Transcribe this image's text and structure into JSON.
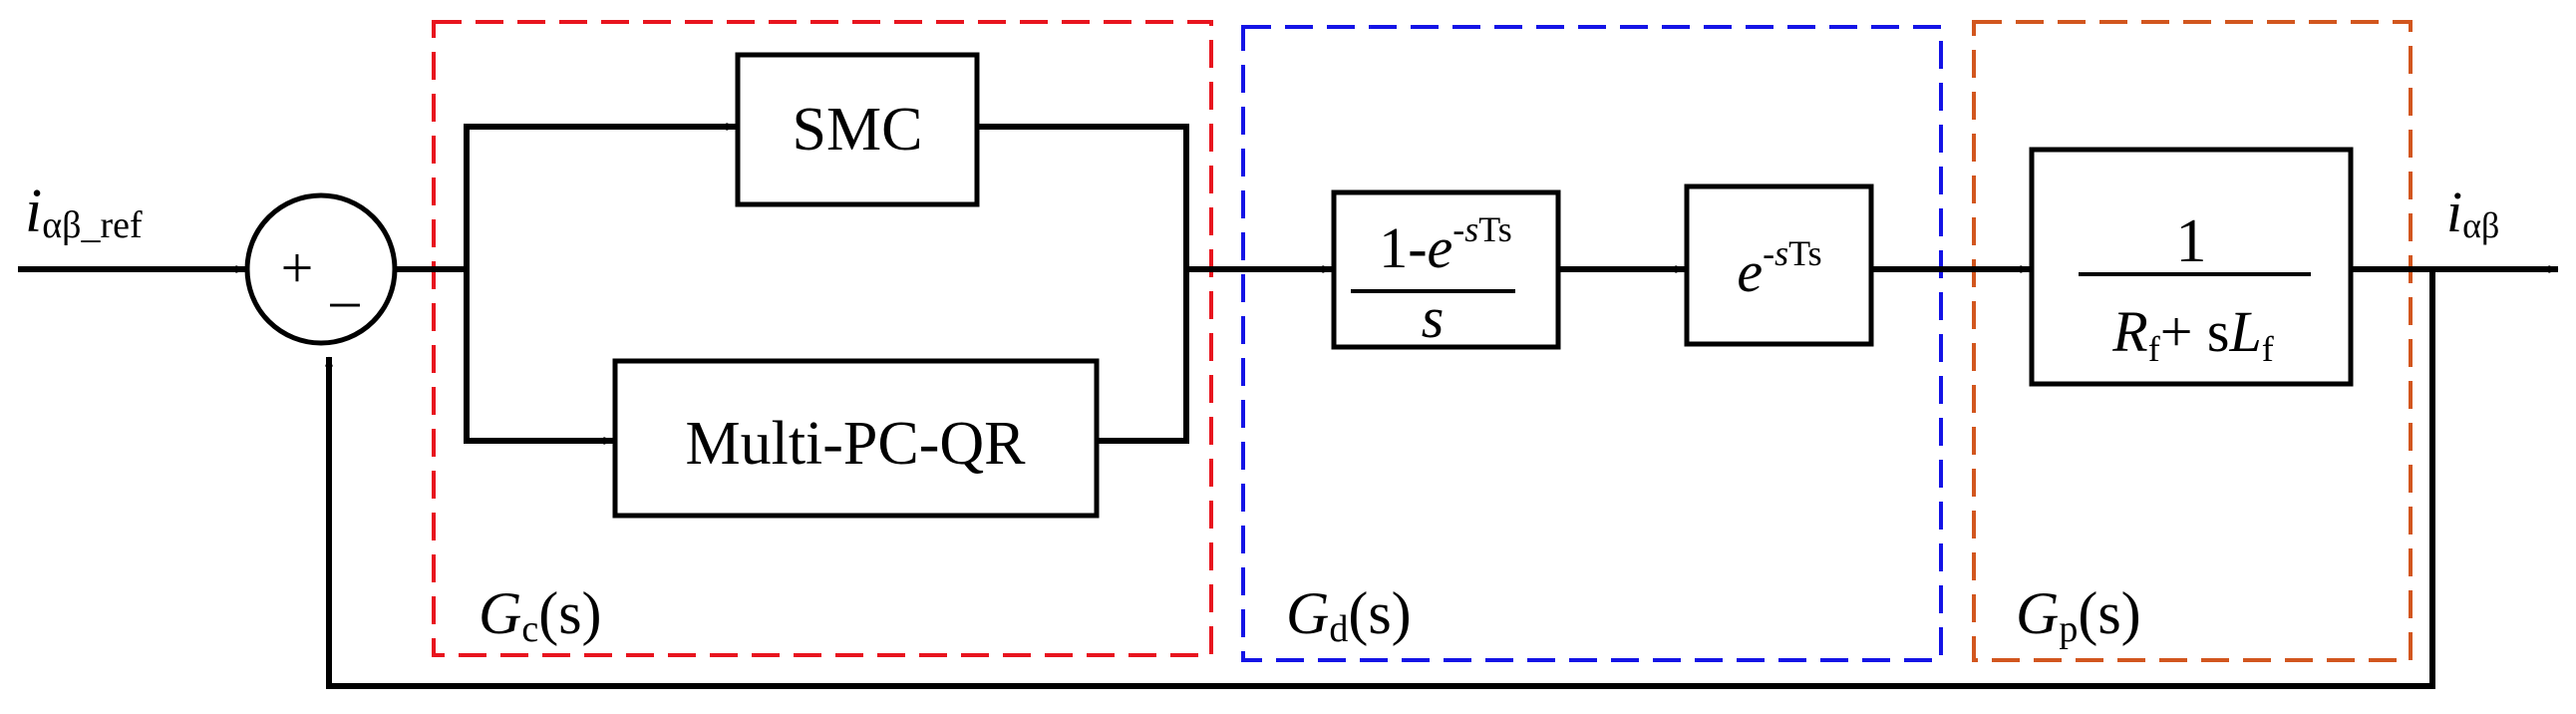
{
  "input_signal": {
    "base": "i",
    "sub": "αβ_ref"
  },
  "output_signal": {
    "base": "i",
    "sub": "αβ"
  },
  "summing_junction": {
    "plus": "+",
    "minus": "_"
  },
  "blocks": {
    "smc": {
      "label": "SMC"
    },
    "multi_pc_qr": {
      "label": "Multi-PC-QR"
    },
    "zoh": {
      "num_prefix": "1-",
      "num_e": "e",
      "num_exp_sign": "-",
      "num_exp_var": "s",
      "num_exp_rest": "Ts",
      "den": "s"
    },
    "delay": {
      "e": "e",
      "exp_sign": "-",
      "exp_var": "s",
      "exp_rest": "Ts"
    },
    "plant": {
      "num": "1",
      "den_R": "R",
      "den_R_sub": "f",
      "den_plus": "+ s",
      "den_L": "L",
      "den_L_sub": "f"
    }
  },
  "groups": {
    "controller": {
      "G": "G",
      "sub": "c",
      "arg": "(s)",
      "color": "#e8141e"
    },
    "delay_group": {
      "G": "G",
      "sub": "d",
      "arg": "(s)",
      "color": "#1414e6"
    },
    "plant_group": {
      "G": "G",
      "sub": "p",
      "arg": "(s)",
      "color": "#d2561e"
    }
  }
}
